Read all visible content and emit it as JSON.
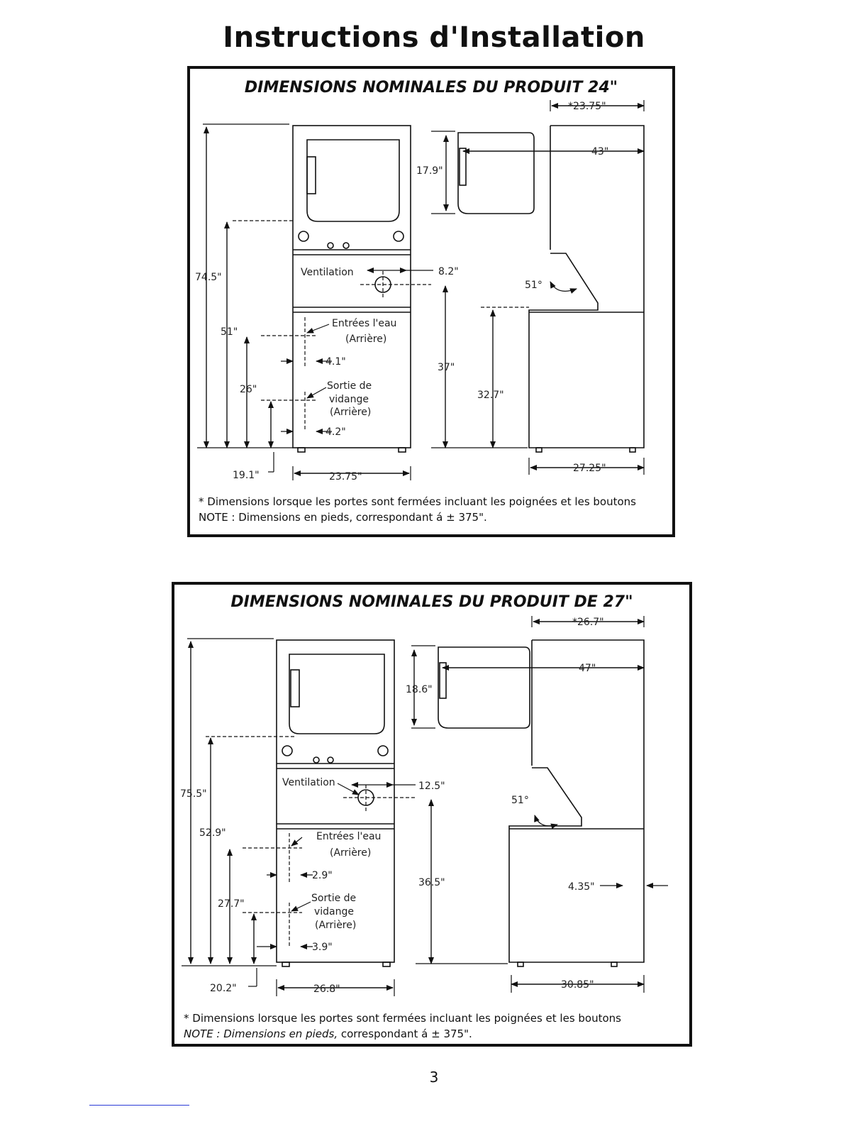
{
  "header": {
    "title": "Instructions d'Installation"
  },
  "panel_24": {
    "title": "DIMENSIONS NOMINALES DU PRODUIT 24\"",
    "labels": {
      "depth_closed": "*23.75\"",
      "depth_door_open": "43\"",
      "door_height": "17.9\"",
      "total_height": "74.5\"",
      "ventilation": "Ventilation",
      "vent_offset": "8.2\"",
      "door_angle": "51°",
      "dryer_base_height": "51\"",
      "water_inlets": "Entrées l'eau",
      "water_inlets_note": "(Arrière)",
      "inlet_offset": "4.1\"",
      "washer_height": "37\"",
      "inlet_height": "26\"",
      "drain_1": "Sortie de",
      "drain_2": "vidange",
      "drain_3": "(Arrière)",
      "side_washer_height": "32.7\"",
      "drain_offset": "4.2\"",
      "drain_height": "19.1\"",
      "width": "23.75\"",
      "side_depth": "27.25\""
    },
    "note_line_1": "* Dimensions lorsque les portes sont fermées incluant les poignées et les boutons",
    "note_line_2": "NOTE : Dimensions en pieds, correspondant á ± 375\"."
  },
  "panel_27": {
    "title": "DIMENSIONS NOMINALES DU PRODUIT DE 27\"",
    "labels": {
      "depth_closed": "*26.7\"",
      "depth_door_open": "47\"",
      "door_height": "18.6\"",
      "total_height": "75.5\"",
      "ventilation": "Ventilation",
      "vent_offset": "12.5\"",
      "door_angle": "51°",
      "dryer_base_height": "52.9\"",
      "water_inlets": "Entrées l'eau",
      "water_inlets_note": "(Arrière)",
      "inlet_offset": "2.9\"",
      "washer_height": "36.5\"",
      "side_offset": "4.35\"",
      "inlet_height": "27.7\"",
      "drain_1": "Sortie de",
      "drain_2": "vidange",
      "drain_3": "(Arrière)",
      "drain_offset": "3.9\"",
      "drain_height": "20.2\"",
      "width": "26.8\"",
      "side_depth": "30.85\""
    },
    "note_line_1": "* Dimensions lorsque les portes sont fermées incluant les poignées et les boutons",
    "note_line_2a": "NOTE : Dimensions en pieds,",
    "note_line_2b": " correspondant á ± 375\"."
  },
  "footer": {
    "page_number": "3"
  }
}
